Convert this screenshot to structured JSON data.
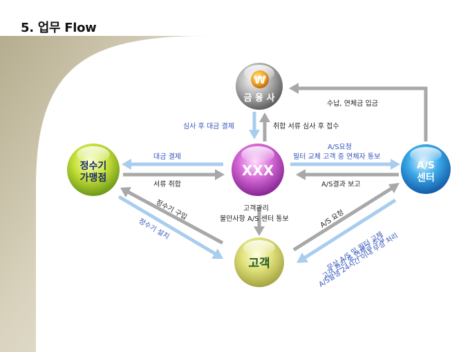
{
  "title": "5. 업무 Flow",
  "nodes": {
    "finance": {
      "symbol": "₩",
      "label": "금 융 사"
    },
    "xxx": {
      "label": "XXX"
    },
    "dealer": {
      "line1": "정수기",
      "line2": "가맹점"
    },
    "as_center": {
      "line1": "A/S",
      "line2": "센터"
    },
    "customer": {
      "label": "고객"
    }
  },
  "edges": {
    "as_to_finance": "수납, 연체금 입금",
    "finance_to_xxx": "심사 후 대금 결제",
    "xxx_to_finance": "취합 서류 심사 후 접수",
    "xxx_to_dealer": "대금 결제",
    "dealer_to_xxx": "서류 취합",
    "xxx_to_as_line1": "A/S요청",
    "xxx_to_as_line2": "필터 교체 고객 중 연체자 통보",
    "as_to_xxx": "A/S결과 보고",
    "customer_to_dealer": "정수기 구입",
    "dealer_to_customer": "정수기 설치",
    "customer_to_xxx_line1": "고객관리",
    "customer_to_xxx_line2": "불만사항 A/S 센터 통보",
    "customer_to_as": "A/S 요청",
    "as_to_customer_line1": "무상 A/S 및 필터 교체",
    "as_to_customer_line2": "고객 관리 중 연체금 수납",
    "as_to_customer_line3": "A/S발생 24시간 이내 무상 처리"
  },
  "colors": {
    "blue_text": "#3355bb",
    "black_text": "#222222",
    "arrow_blue": "#a8cdee",
    "arrow_gray": "#a8a8a8",
    "title_bar": "#cfc8b0"
  }
}
